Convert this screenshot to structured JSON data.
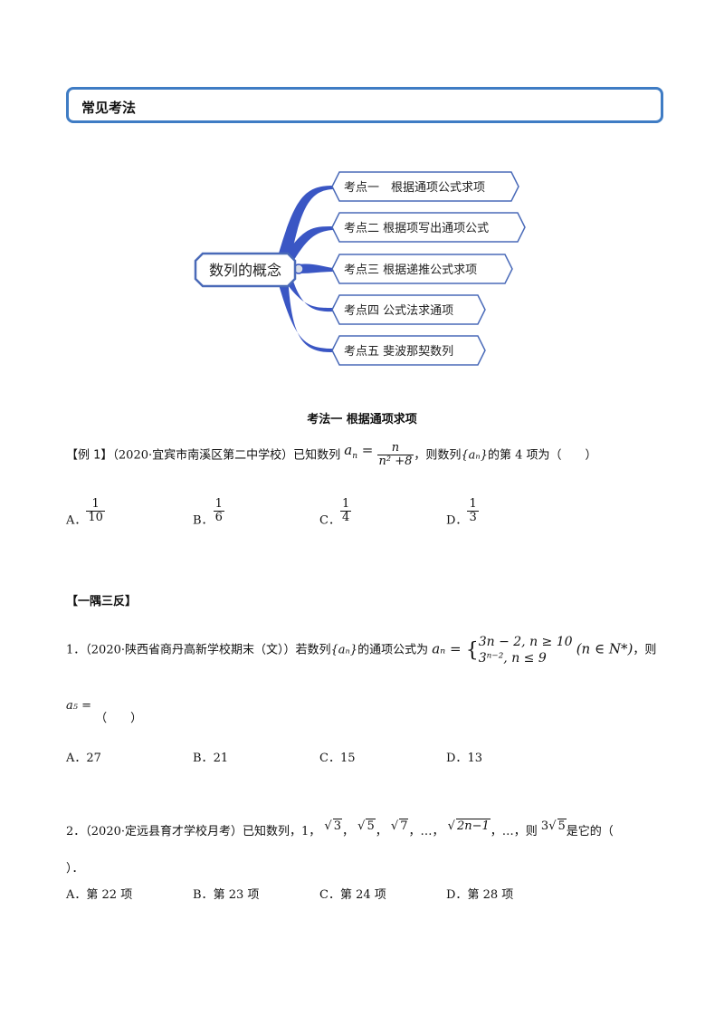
{
  "header": {
    "title": "常见考法"
  },
  "mindmap": {
    "root": "数列的概念",
    "branches": [
      {
        "label": "考点一　根据通项公式求项"
      },
      {
        "label": "考点二  根据项写出通项公式"
      },
      {
        "label": "考点三  根据递推公式求项"
      },
      {
        "label": "考点四  公式法求通项"
      },
      {
        "label": "考点五  斐波那契数列"
      }
    ],
    "colors": {
      "branch": "#3a56c4",
      "border": "#4a6ab8"
    }
  },
  "section": {
    "title": "考法一 根据通项求项"
  },
  "example1": {
    "prefix": "【例 1】",
    "source": "（2020·宜宾市南溪区第二中学校）已知数列",
    "formula_lhs": "a",
    "formula_sub": "n",
    "formula_num": "n",
    "formula_den": "n² +8",
    "mid": "，则数列",
    "set": "{aₙ}",
    "suffix": "的第 4 项为（　　）",
    "options": [
      {
        "letter": "A．",
        "num": "1",
        "den": "10"
      },
      {
        "letter": "B．",
        "num": "1",
        "den": "6"
      },
      {
        "letter": "C．",
        "num": "1",
        "den": "4"
      },
      {
        "letter": "D．",
        "num": "1",
        "den": "3"
      }
    ]
  },
  "practice": {
    "heading": "【一隅三反】",
    "q1": {
      "number": "1．",
      "source": "（2020·陕西省商丹高新学校期末（文））若数列",
      "set": "{aₙ}",
      "mid": "的通项公式为",
      "lhs": "aₙ =",
      "case1": "3n − 2, n ≥ 10",
      "case2": "3ⁿ⁻², n ≤ 9",
      "domain": "(n ∈ N*)",
      "suffix": "，则",
      "line2_lhs": "a₅ =",
      "line2_paren": "（　　）",
      "options": [
        {
          "letter": "A．",
          "value": "27"
        },
        {
          "letter": "B．",
          "value": "21"
        },
        {
          "letter": "C．",
          "value": "15"
        },
        {
          "letter": "D．",
          "value": "13"
        }
      ]
    },
    "q2": {
      "number": "2．",
      "source": "（2020·定远县育才学校月考）已知数列，1，",
      "terms": [
        "3",
        "5",
        "7",
        "2n−1"
      ],
      "sep": "，",
      "ellipsis": "…，",
      "then": "…，则",
      "target_coef": "3",
      "target_rad": "5",
      "suffix": "是它的（",
      "line2": "）．",
      "options": [
        {
          "letter": "A．",
          "value": "第 22 项"
        },
        {
          "letter": "B．",
          "value": "第 23 项"
        },
        {
          "letter": "C．",
          "value": "第 24 项"
        },
        {
          "letter": "D．",
          "value": "第 28 项"
        }
      ]
    }
  }
}
